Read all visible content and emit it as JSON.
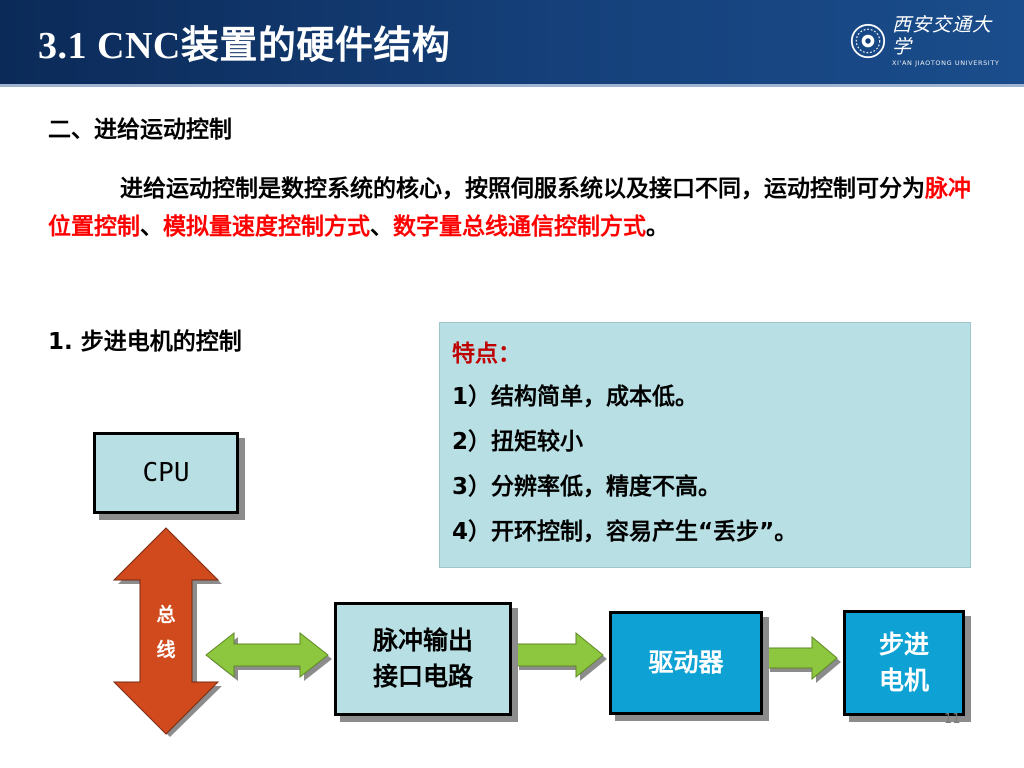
{
  "header": {
    "title": "3.1 CNC装置的硬件结构",
    "logo": {
      "name": "西安交通大学",
      "subtitle": "XI'AN JIAOTONG UNIVERSITY"
    }
  },
  "section_heading": "二、进给运动控制",
  "paragraph": {
    "part1": "进给运动控制是数控系统的核心，按照伺服系统以及接口不同，运动控制可分为",
    "highlight1": "脉冲位置控制",
    "sep1": "、",
    "highlight2": "模拟量速度控制方式",
    "sep2": "、",
    "highlight3": "数字量总线通信控制方式",
    "end": "。"
  },
  "sub_heading": "1. 步进电机的控制",
  "features": {
    "title": "特点：",
    "items": [
      "1）结构简单，成本低。",
      "2）扭矩较小",
      "3）分辨率低，精度不高。",
      "4）开环控制，容易产生“丢步”。"
    ]
  },
  "diagram": {
    "cpu": "CPU",
    "bus": [
      "总",
      "线"
    ],
    "pulse_interface": [
      "脉冲输出",
      "接口电路"
    ],
    "driver": "驱动器",
    "motor": [
      "步进",
      "电机"
    ]
  },
  "colors": {
    "header_bg": "#15407a",
    "highlight_red": "#ff0000",
    "feature_title": "#c00000",
    "box_light": "#b8e0e4",
    "box_blue": "#0ea2d4",
    "arrow_green": "#8dc63f",
    "bus_arrow": "#d04a1e"
  },
  "page_number": "11"
}
